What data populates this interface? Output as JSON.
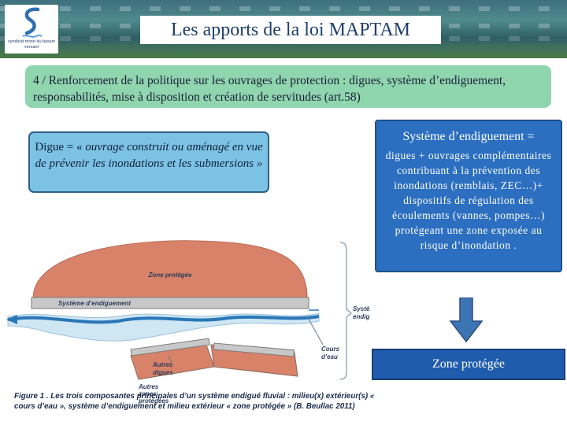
{
  "banner": {
    "title": "Les apports de la loi MAPTAM",
    "logo_text": "syndicat mixte du bassin versant"
  },
  "intro": {
    "text": "4 / Renforcement de la politique sur les ouvrages de protection : digues, système d’endiguement, responsabilités, mise à disposition et création de servitudes (art.58)"
  },
  "digue": {
    "term": "Digue = «",
    "definition": " ouvrage construit ou aménagé en vue de prévenir les inondations et les submersions »"
  },
  "systeme": {
    "title": "Système d’endiguement =",
    "description": "digues + ouvrages complémentaires contribuant à la prévention des inondations (remblais, ZEC…)+ dispositifs de régulation des écoulements (vannes, pompes…) protégeant une zone exposée au risque d’inondation ."
  },
  "zone_protegee_box": {
    "label": "Zone protégée"
  },
  "figure": {
    "zone_protegee": "Zone protégée",
    "systeme_endiguement": "Système d’endiguement",
    "systeme_endigue_line1": "Système",
    "systeme_endigue_line2": "endigué",
    "cours_line1": "Cours",
    "cours_line2": "d’eau",
    "autres_digues_line1": "Autres",
    "autres_digues_line2": "digues",
    "autres_protegees_line1": "Autres",
    "autres_protegees_line2": "zones",
    "autres_protegees_line3": "protégées",
    "caption": "Figure 1 . Les trois composantes principales d’un système endigué fluvial : milieu(x) extérieur(s) « cours d’eau », système d’endiguement et milieu extérieur « zone protégée » (B. Beullac 2011)"
  },
  "colors": {
    "intro_bg": "#8fd5ad",
    "digue_bg": "#7cc2e4",
    "systeme_bg": "#2c6fc1",
    "zone_bg": "#1f5cae",
    "arrow": "#3d74b4",
    "zone_protegee_fill": "#d9826a"
  },
  "icons": {
    "logo": "syndicate-wave-logo",
    "arrow": "down-arrow"
  }
}
